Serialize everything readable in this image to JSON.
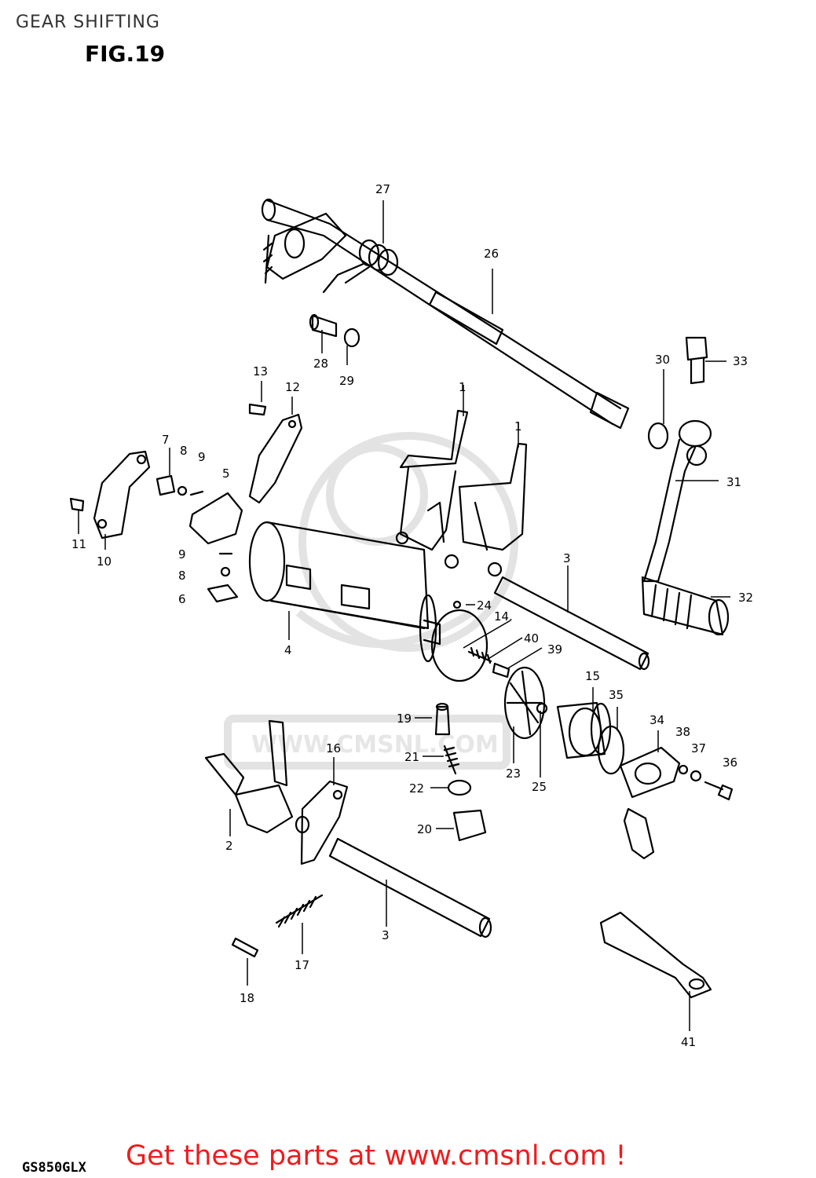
{
  "header": {
    "section_title": "GEAR SHIFTING",
    "figure_label": "FIG.19"
  },
  "footer": {
    "model_code": "GS850GLX",
    "promo_text": "Get these parts at www.cmsnl.com !"
  },
  "watermark": {
    "text": "WWW.CMSNL.COM",
    "color": "#e3e3e3"
  },
  "colors": {
    "line_art": "#000000",
    "promo": "#ee1c1c"
  },
  "callouts": [
    {
      "id": "1",
      "text": "1"
    },
    {
      "id": "1b",
      "text": "1"
    },
    {
      "id": "2",
      "text": "2"
    },
    {
      "id": "3",
      "text": "3"
    },
    {
      "id": "3b",
      "text": "3"
    },
    {
      "id": "4",
      "text": "4"
    },
    {
      "id": "5",
      "text": "5"
    },
    {
      "id": "6",
      "text": "6"
    },
    {
      "id": "7",
      "text": "7"
    },
    {
      "id": "8",
      "text": "8"
    },
    {
      "id": "8b",
      "text": "8"
    },
    {
      "id": "9",
      "text": "9"
    },
    {
      "id": "9b",
      "text": "9"
    },
    {
      "id": "10",
      "text": "10"
    },
    {
      "id": "11",
      "text": "11"
    },
    {
      "id": "12",
      "text": "12"
    },
    {
      "id": "13",
      "text": "13"
    },
    {
      "id": "14",
      "text": "14."
    },
    {
      "id": "15",
      "text": "15"
    },
    {
      "id": "16",
      "text": "16"
    },
    {
      "id": "17",
      "text": "17"
    },
    {
      "id": "18",
      "text": "18"
    },
    {
      "id": "19",
      "text": "19"
    },
    {
      "id": "20",
      "text": "20"
    },
    {
      "id": "21",
      "text": "21"
    },
    {
      "id": "22",
      "text": "22"
    },
    {
      "id": "23",
      "text": "23"
    },
    {
      "id": "24",
      "text": "24"
    },
    {
      "id": "25",
      "text": "25"
    },
    {
      "id": "26",
      "text": "26"
    },
    {
      "id": "27",
      "text": "27"
    },
    {
      "id": "28",
      "text": "28"
    },
    {
      "id": "29",
      "text": "29"
    },
    {
      "id": "30",
      "text": "30"
    },
    {
      "id": "31",
      "text": "31"
    },
    {
      "id": "32",
      "text": "32"
    },
    {
      "id": "33",
      "text": "33"
    },
    {
      "id": "34",
      "text": "34"
    },
    {
      "id": "35",
      "text": "35"
    },
    {
      "id": "36",
      "text": "36"
    },
    {
      "id": "37",
      "text": "37"
    },
    {
      "id": "38",
      "text": "38"
    },
    {
      "id": "39",
      "text": "39"
    },
    {
      "id": "40",
      "text": "40"
    },
    {
      "id": "41",
      "text": "41"
    }
  ]
}
